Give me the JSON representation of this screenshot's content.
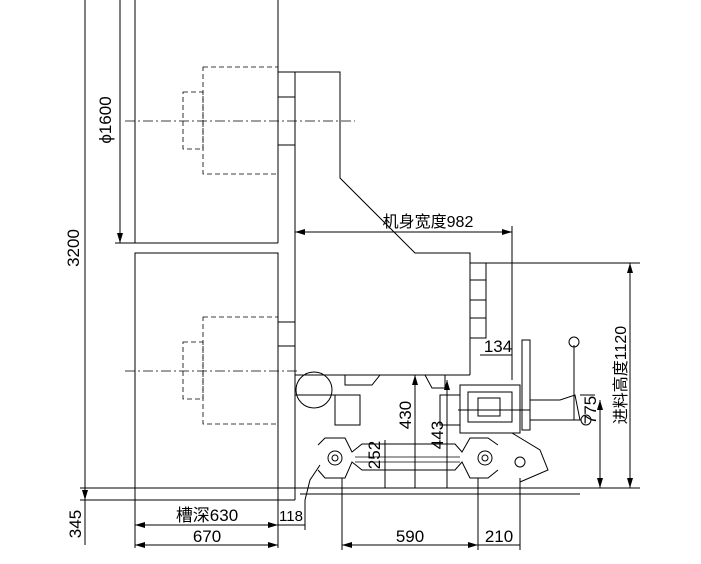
{
  "dimensions": {
    "overall_height": "3200",
    "roller_diameter": "ϕ1600",
    "machine_width": "机身宽度982",
    "dim_134": "134",
    "feed_height": "进料高度1120",
    "dim_775": "775",
    "dim_430": "430",
    "dim_443": "443",
    "dim_252": "252",
    "groove_depth": "槽深630",
    "dim_118": "118",
    "dim_345": "345",
    "dim_670": "670",
    "dim_590": "590",
    "dim_210": "210"
  }
}
